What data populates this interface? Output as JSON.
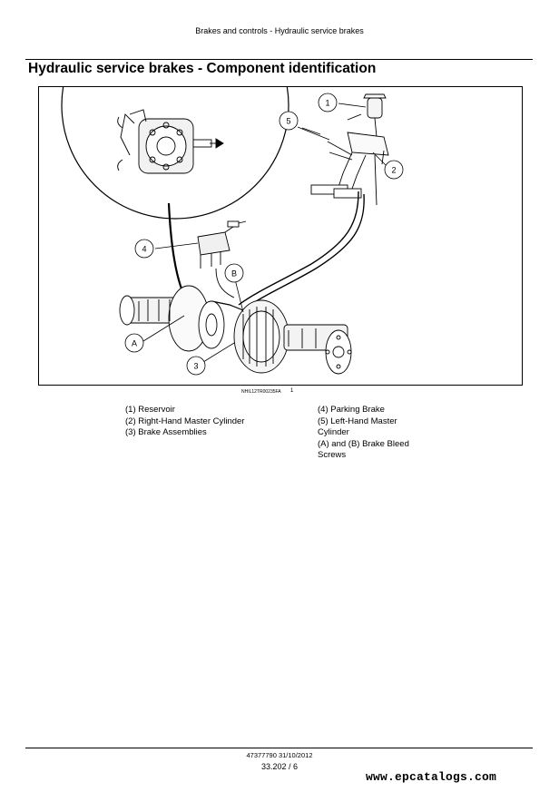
{
  "header": {
    "text": "Brakes and controls - Hydraulic service brakes"
  },
  "page_title": "Hydraulic service brakes - Component identification",
  "figure": {
    "code": "NHIL12TR00235FA",
    "number": "1",
    "callouts": [
      "1",
      "2",
      "3",
      "4",
      "5",
      "A",
      "B"
    ]
  },
  "legend": {
    "left": [
      {
        "num": "(1)",
        "text": " Reservoir"
      },
      {
        "num": "(2)",
        "text": " Right-Hand Master Cylinder"
      },
      {
        "num": "(3)",
        "text": " Brake Assemblies"
      }
    ],
    "right": [
      {
        "num": "(4)",
        "text": " Parking Brake"
      },
      {
        "num": "(5)",
        "text": " Left-Hand Master Cylinder"
      },
      {
        "num": "(A)",
        "text": " and (B) Brake Bleed Screws"
      }
    ]
  },
  "footer": {
    "doc_ref": "47377790 31/10/2012",
    "page": "33.202 / 6"
  },
  "watermark": "www.epcatalogs.com"
}
